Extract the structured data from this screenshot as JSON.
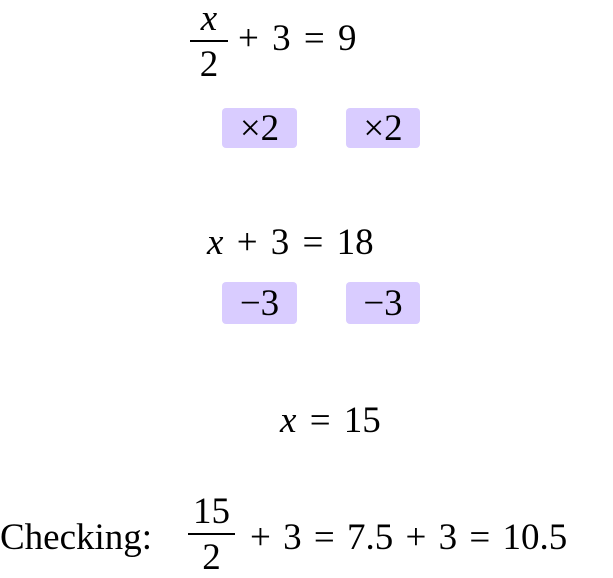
{
  "steps": [
    {
      "lhs_num": "x",
      "lhs_den": "2",
      "rest": "+ 3 = 9"
    },
    {
      "op_left": "×2",
      "op_right": "×2"
    },
    {
      "var": "x",
      "rest": "+ 3 = 18"
    },
    {
      "op_left": "−3",
      "op_right": "−3"
    },
    {
      "var": "x",
      "rest": "= 15"
    }
  ],
  "check": {
    "label": "Checking:",
    "num": "15",
    "den": "2",
    "rest": "+ 3 = 7.5 + 3 = 10.5"
  },
  "colors": {
    "operation_box": "#d9ccff"
  }
}
